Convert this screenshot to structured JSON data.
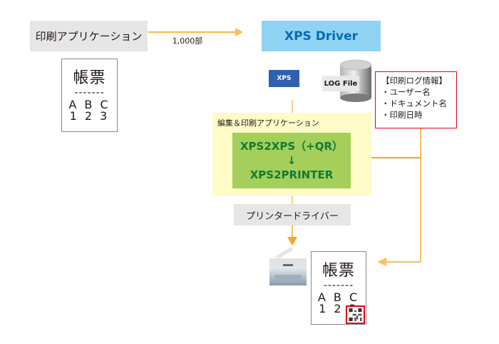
{
  "source_app": {
    "label": "印刷アプリケーション"
  },
  "flow_arrow": {
    "quantity_label": "1,000部"
  },
  "driver": {
    "label": "XPS Driver"
  },
  "xps_badge": {
    "label": "XPS"
  },
  "log_file": {
    "label": "LOG File"
  },
  "log_info": {
    "title": "【印刷ログ情報】",
    "items": [
      "・ユーザー名",
      "・ドキュメント名",
      "・印刷日時"
    ]
  },
  "edit_app": {
    "label": "編集＆印刷アプリケーション",
    "step1": "XPS2XPS（+QR）",
    "arrow": "↓",
    "step2": "XPS2PRINTER"
  },
  "printer_driver": {
    "label": "プリンタードライバー"
  },
  "source_document": {
    "title": "帳票",
    "separator": "-------",
    "row1": "A B C",
    "row2": "1 2 3"
  },
  "output_document": {
    "title": "帳票",
    "separator": "-------",
    "row1": "A B C",
    "row2": "1 2 3",
    "has_qr": true
  },
  "colors": {
    "arrow": "#fbbf5c",
    "driver_bg": "#8fd3f3",
    "green_box": "#a3cf5a",
    "highlight_red": "#e50012"
  }
}
